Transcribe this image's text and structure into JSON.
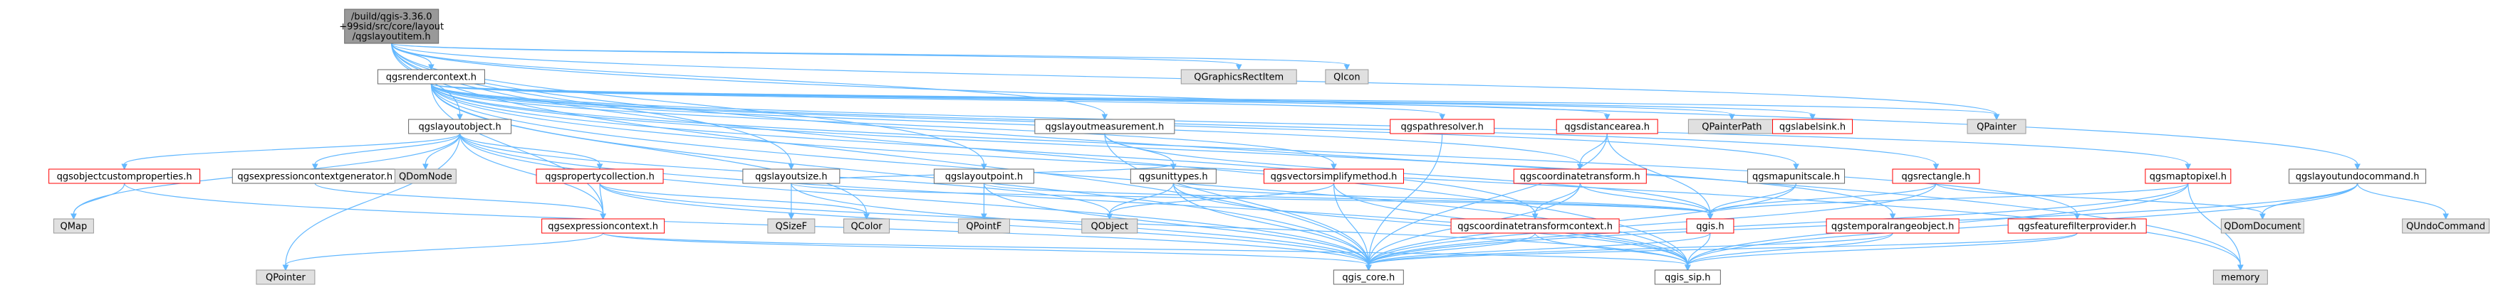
{
  "colors": {
    "root_fill": "#999999",
    "root_stroke": "#666666",
    "node_fill": "#ffffff",
    "node_stroke": "#666666",
    "missing_stroke": "#ff0000",
    "external_fill": "#e0e0e0",
    "external_stroke": "#999999",
    "edge": "#63b8ff",
    "text": "#000000"
  },
  "nodes": [
    {
      "id": "root",
      "kind": "root",
      "lines": [
        "/build/qgis-3.36.0",
        "+99sid/src/core/layout",
        "/qgslayoutitem.h"
      ]
    },
    {
      "id": "renderctx",
      "kind": "normal",
      "lines": [
        "qgsrendercontext.h"
      ]
    },
    {
      "id": "graphicsrect",
      "kind": "external",
      "lines": [
        "QGraphicsRectItem"
      ]
    },
    {
      "id": "qicon",
      "kind": "external",
      "lines": [
        "QIcon"
      ]
    },
    {
      "id": "layoutobject",
      "kind": "normal",
      "lines": [
        "qgslayoutobject.h"
      ]
    },
    {
      "id": "layoutmeas",
      "kind": "normal",
      "lines": [
        "qgslayoutmeasurement.h"
      ]
    },
    {
      "id": "pathresolver",
      "kind": "missing",
      "lines": [
        "qgspathresolver.h"
      ]
    },
    {
      "id": "distancearea",
      "kind": "missing",
      "lines": [
        "qgsdistancearea.h"
      ]
    },
    {
      "id": "qpainterpath",
      "kind": "external",
      "lines": [
        "QPainterPath"
      ]
    },
    {
      "id": "labelsink",
      "kind": "missing",
      "lines": [
        "qgslabelsink.h"
      ]
    },
    {
      "id": "qpainter",
      "kind": "external",
      "lines": [
        "QPainter"
      ]
    },
    {
      "id": "objcustprops",
      "kind": "missing",
      "lines": [
        "qgsobjectcustomproperties.h"
      ]
    },
    {
      "id": "exprctxgen",
      "kind": "normal",
      "lines": [
        "qgsexpressioncontextgenerator.h"
      ]
    },
    {
      "id": "qdomnode",
      "kind": "external",
      "lines": [
        "QDomNode"
      ]
    },
    {
      "id": "propcoll",
      "kind": "missing",
      "lines": [
        "qgspropertycollection.h"
      ]
    },
    {
      "id": "layoutsize",
      "kind": "normal",
      "lines": [
        "qgslayoutsize.h"
      ]
    },
    {
      "id": "layoutpoint",
      "kind": "normal",
      "lines": [
        "qgslayoutpoint.h"
      ]
    },
    {
      "id": "unittypes",
      "kind": "normal",
      "lines": [
        "qgsunittypes.h"
      ]
    },
    {
      "id": "vectorsimplify",
      "kind": "missing",
      "lines": [
        "qgsvectorsimplifymethod.h"
      ]
    },
    {
      "id": "coordtransform",
      "kind": "missing",
      "lines": [
        "qgscoordinatetransform.h"
      ]
    },
    {
      "id": "mapunitscale",
      "kind": "normal",
      "lines": [
        "qgsmapunitscale.h"
      ]
    },
    {
      "id": "rectangle",
      "kind": "missing",
      "lines": [
        "qgsrectangle.h"
      ]
    },
    {
      "id": "maptopixel",
      "kind": "missing",
      "lines": [
        "qgsmaptopixel.h"
      ]
    },
    {
      "id": "undocommand",
      "kind": "normal",
      "lines": [
        "qgslayoutundocommand.h"
      ]
    },
    {
      "id": "qmap",
      "kind": "external",
      "lines": [
        "QMap"
      ]
    },
    {
      "id": "exprcontext",
      "kind": "missing",
      "lines": [
        "qgsexpressioncontext.h"
      ]
    },
    {
      "id": "qsizef",
      "kind": "external",
      "lines": [
        "QSizeF"
      ]
    },
    {
      "id": "qcolor",
      "kind": "external",
      "lines": [
        "QColor"
      ]
    },
    {
      "id": "qpointf",
      "kind": "external",
      "lines": [
        "QPointF"
      ]
    },
    {
      "id": "qobject",
      "kind": "external",
      "lines": [
        "QObject"
      ]
    },
    {
      "id": "coordtransctx",
      "kind": "missing",
      "lines": [
        "qgscoordinatetransformcontext.h"
      ]
    },
    {
      "id": "qgish",
      "kind": "missing",
      "lines": [
        "qgis.h"
      ]
    },
    {
      "id": "temporalrange",
      "kind": "missing",
      "lines": [
        "qgstemporalrangeobject.h"
      ]
    },
    {
      "id": "featurefilter",
      "kind": "missing",
      "lines": [
        "qgsfeaturefilterprovider.h"
      ]
    },
    {
      "id": "qdomdocument",
      "kind": "external",
      "lines": [
        "QDomDocument"
      ]
    },
    {
      "id": "qundocommand",
      "kind": "external",
      "lines": [
        "QUndoCommand"
      ]
    },
    {
      "id": "qpointer",
      "kind": "external",
      "lines": [
        "QPointer"
      ]
    },
    {
      "id": "qgiscore",
      "kind": "normal",
      "lines": [
        "qgis_core.h"
      ]
    },
    {
      "id": "qgissip",
      "kind": "normal",
      "lines": [
        "qgis_sip.h"
      ]
    },
    {
      "id": "memory",
      "kind": "external",
      "lines": [
        "memory"
      ]
    }
  ],
  "edges": [
    [
      "root",
      "renderctx"
    ],
    [
      "root",
      "graphicsrect"
    ],
    [
      "root",
      "qicon"
    ],
    [
      "root",
      "layoutobject"
    ],
    [
      "root",
      "layoutmeas"
    ],
    [
      "root",
      "layoutsize"
    ],
    [
      "root",
      "layoutpoint"
    ],
    [
      "root",
      "undocommand"
    ],
    [
      "root",
      "qpainter"
    ],
    [
      "root",
      "qgiscore"
    ],
    [
      "root",
      "qgissip"
    ],
    [
      "root",
      "memory"
    ],
    [
      "renderctx",
      "pathresolver"
    ],
    [
      "renderctx",
      "distancearea"
    ],
    [
      "renderctx",
      "qpainterpath"
    ],
    [
      "renderctx",
      "labelsink"
    ],
    [
      "renderctx",
      "qpainter"
    ],
    [
      "renderctx",
      "vectorsimplify"
    ],
    [
      "renderctx",
      "coordtransform"
    ],
    [
      "renderctx",
      "mapunitscale"
    ],
    [
      "renderctx",
      "rectangle"
    ],
    [
      "renderctx",
      "maptopixel"
    ],
    [
      "renderctx",
      "exprcontext"
    ],
    [
      "renderctx",
      "qcolor"
    ],
    [
      "renderctx",
      "coordtransctx"
    ],
    [
      "renderctx",
      "temporalrange"
    ],
    [
      "renderctx",
      "featurefilter"
    ],
    [
      "renderctx",
      "qgiscore"
    ],
    [
      "renderctx",
      "qgissip"
    ],
    [
      "renderctx",
      "memory"
    ],
    [
      "layoutobject",
      "objcustprops"
    ],
    [
      "layoutobject",
      "exprctxgen"
    ],
    [
      "layoutobject",
      "qdomnode"
    ],
    [
      "layoutobject",
      "propcoll"
    ],
    [
      "layoutobject",
      "exprcontext"
    ],
    [
      "layoutobject",
      "qobject"
    ],
    [
      "layoutobject",
      "qpointer"
    ],
    [
      "layoutobject",
      "qgiscore"
    ],
    [
      "layoutobject",
      "qgissip"
    ],
    [
      "layoutobject",
      "qmap"
    ],
    [
      "layoutmeas",
      "unittypes"
    ],
    [
      "layoutmeas",
      "qgiscore"
    ],
    [
      "layoutmeas",
      "qgish"
    ],
    [
      "pathresolver",
      "qgiscore"
    ],
    [
      "distancearea",
      "coordtransform"
    ],
    [
      "distancearea",
      "qgiscore"
    ],
    [
      "distancearea",
      "qgish"
    ],
    [
      "objcustprops",
      "qmap"
    ],
    [
      "objcustprops",
      "qgiscore"
    ],
    [
      "exprctxgen",
      "exprcontext"
    ],
    [
      "propcoll",
      "exprcontext"
    ],
    [
      "propcoll",
      "qgiscore"
    ],
    [
      "propcoll",
      "qgissip"
    ],
    [
      "propcoll",
      "qcolor"
    ],
    [
      "layoutsize",
      "qsizef"
    ],
    [
      "layoutsize",
      "qgiscore"
    ],
    [
      "layoutsize",
      "qgish"
    ],
    [
      "layoutsize",
      "unittypes"
    ],
    [
      "layoutpoint",
      "qpointf"
    ],
    [
      "layoutpoint",
      "qgiscore"
    ],
    [
      "layoutpoint",
      "qgish"
    ],
    [
      "unittypes",
      "qobject"
    ],
    [
      "unittypes",
      "qgiscore"
    ],
    [
      "unittypes",
      "qgissip"
    ],
    [
      "unittypes",
      "qgish"
    ],
    [
      "vectorsimplify",
      "qobject"
    ],
    [
      "vectorsimplify",
      "qgiscore"
    ],
    [
      "vectorsimplify",
      "qgissip"
    ],
    [
      "coordtransform",
      "coordtransctx"
    ],
    [
      "coordtransform",
      "qgiscore"
    ],
    [
      "coordtransform",
      "qgish"
    ],
    [
      "mapunitscale",
      "qgiscore"
    ],
    [
      "mapunitscale",
      "qgish"
    ],
    [
      "rectangle",
      "qgiscore"
    ],
    [
      "rectangle",
      "qgish"
    ],
    [
      "rectangle",
      "qdomdocument"
    ],
    [
      "maptopixel",
      "qgiscore"
    ],
    [
      "maptopixel",
      "qgissip"
    ],
    [
      "maptopixel",
      "qgish"
    ],
    [
      "maptopixel",
      "memory"
    ],
    [
      "undocommand",
      "qundocommand"
    ],
    [
      "undocommand",
      "qdomdocument"
    ],
    [
      "undocommand",
      "qgiscore"
    ],
    [
      "undocommand",
      "qgissip"
    ],
    [
      "exprcontext",
      "qpointer"
    ],
    [
      "exprcontext",
      "qgiscore"
    ],
    [
      "exprcontext",
      "qgissip"
    ],
    [
      "coordtransctx",
      "qgiscore"
    ],
    [
      "coordtransctx",
      "qgissip"
    ],
    [
      "qgish",
      "qgiscore"
    ],
    [
      "qgish",
      "qgissip"
    ],
    [
      "temporalrange",
      "qgiscore"
    ],
    [
      "temporalrange",
      "qgissip"
    ],
    [
      "featurefilter",
      "qgiscore"
    ],
    [
      "featurefilter",
      "qgissip"
    ]
  ]
}
